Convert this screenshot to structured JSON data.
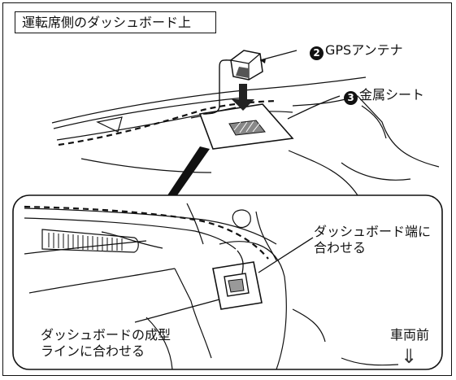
{
  "header_label": "運転席側のダッシュボード上",
  "callouts": {
    "gps_antenna": {
      "number": "2",
      "label": "GPSアンテナ"
    },
    "metal_sheet": {
      "number": "3",
      "label": "金属シート"
    }
  },
  "detail_notes": {
    "dashboard_edge": [
      "ダッシュボード端に",
      "合わせる"
    ],
    "molding_line": [
      "ダッシュボードの成型",
      "ラインに合わせる"
    ],
    "vehicle_front": "車両前",
    "vehicle_front_arrow": "⇓"
  }
}
